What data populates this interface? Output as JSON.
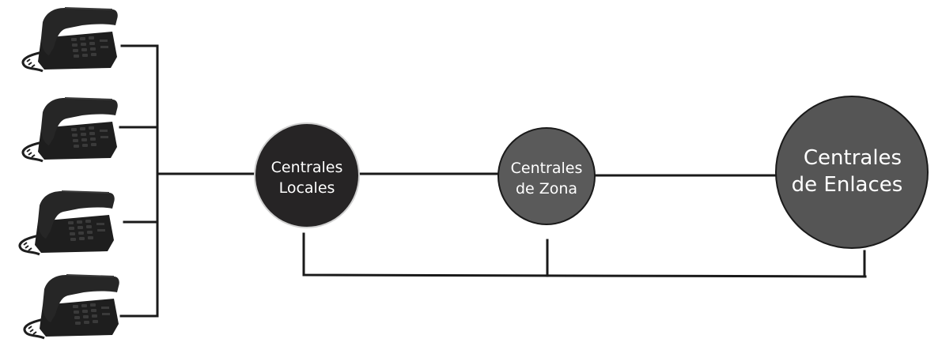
{
  "nodes": {
    "local": {
      "line1": "Centrales",
      "line2": "Locales",
      "color": "#262425"
    },
    "zona": {
      "line1": "Centrales",
      "line2": "de Zona",
      "color": "#5a5a5a"
    },
    "enlace": {
      "line1": "Centrales",
      "line2": "de Enlaces",
      "color": "#555555"
    }
  },
  "colors": {
    "line": "#1a1a1a",
    "node_border": "#bdbdbd",
    "phone_body": "#1e1e1e",
    "label": "#ffffff"
  },
  "icons": {
    "phone": "desk-telephone-icon"
  },
  "phones": [
    "phone-1",
    "phone-2",
    "phone-3",
    "phone-4"
  ]
}
